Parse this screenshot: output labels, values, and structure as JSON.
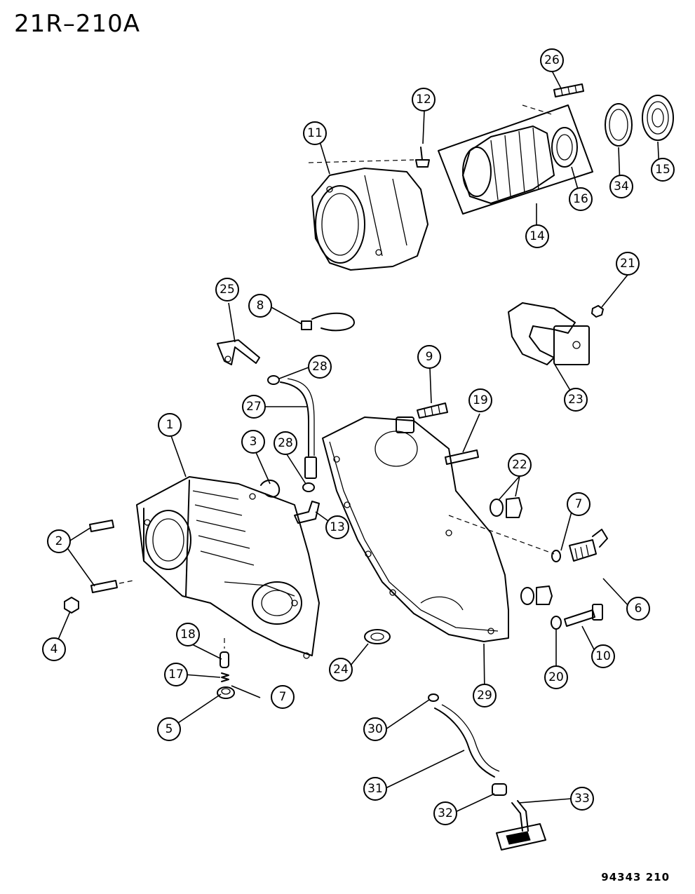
{
  "figure_code": "21R–210A",
  "figure_id": "94343 210",
  "callouts": [
    "1",
    "2",
    "3",
    "4",
    "5",
    "6",
    "7",
    "7",
    "8",
    "9",
    "10",
    "11",
    "12",
    "13",
    "14",
    "15",
    "16",
    "17",
    "18",
    "19",
    "20",
    "21",
    "22",
    "23",
    "24",
    "25",
    "26",
    "27",
    "28",
    "28",
    "29",
    "30",
    "31",
    "32",
    "33",
    "34"
  ]
}
